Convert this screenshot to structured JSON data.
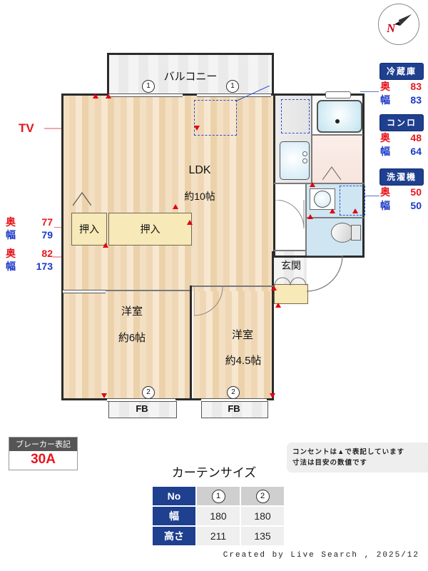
{
  "compass": {
    "north_label": "N"
  },
  "appliances": [
    {
      "name": "refrigerator",
      "title": "冷蔵庫",
      "rows": [
        {
          "key": "奥",
          "value": "83"
        },
        {
          "key": "幅",
          "value": "83"
        }
      ]
    },
    {
      "name": "stove",
      "title": "コンロ",
      "rows": [
        {
          "key": "奥",
          "value": "48"
        },
        {
          "key": "幅",
          "value": "64"
        }
      ]
    },
    {
      "name": "washing-machine",
      "title": "洗濯機",
      "rows": [
        {
          "key": "奥",
          "value": "50"
        },
        {
          "key": "幅",
          "value": "50"
        }
      ]
    }
  ],
  "left_dimensions": [
    {
      "name": "closet-small",
      "rows": [
        {
          "key": "奥",
          "value": "77"
        },
        {
          "key": "幅",
          "value": "79"
        }
      ]
    },
    {
      "name": "closet-large",
      "rows": [
        {
          "key": "奥",
          "value": "82"
        },
        {
          "key": "幅",
          "value": "173"
        }
      ]
    }
  ],
  "tv_label": "TV",
  "plan": {
    "balcony": "バルコニー",
    "ldk": {
      "name": "LDK",
      "size": "約10帖"
    },
    "closets": [
      "押入",
      "押入"
    ],
    "room_west": {
      "name": "洋室",
      "size": "約6帖"
    },
    "room_south": {
      "name": "洋室",
      "size": "約4.5帖"
    },
    "entrance": "玄関",
    "window_markers": [
      "1",
      "1",
      "2",
      "2"
    ],
    "fb_labels": [
      "FB",
      "FB"
    ]
  },
  "breaker": {
    "title": "ブレーカー表記",
    "value": "30A"
  },
  "notes": [
    "コンセントは▲で表記しています",
    "寸法は目安の数値です"
  ],
  "curtain": {
    "title": "カーテンサイズ",
    "headers": [
      "No",
      "幅",
      "高さ"
    ],
    "columns": [
      "1",
      "2"
    ],
    "width": [
      "180",
      "180"
    ],
    "height": [
      "211",
      "135"
    ]
  },
  "footer": "Created by Live Search , 2025/12",
  "colors": {
    "accent_blue": "#1f3f8f",
    "dim_red": "#e8161d",
    "dim_blue": "#1b38c8",
    "outlet_red": "#e2000f"
  }
}
